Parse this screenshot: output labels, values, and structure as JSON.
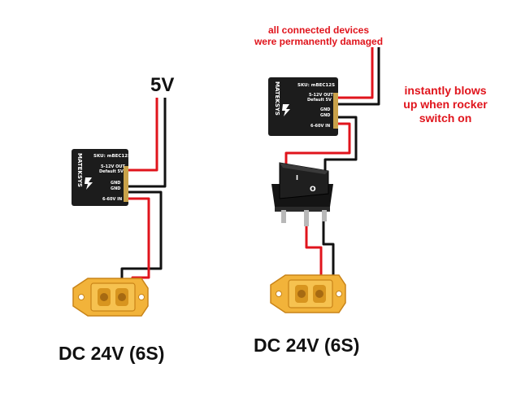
{
  "left_circuit": {
    "output_voltage": "5V",
    "power_source": "DC 24V (6S)",
    "board": {
      "brand": "MATEKSYS",
      "sku": "SKU: mBEC12S",
      "out_label": "5-12V OUT",
      "default_label": "Default 5V",
      "gnd1": "GND",
      "gnd2": "GND",
      "in_label": "6-60V IN"
    }
  },
  "right_circuit": {
    "power_source": "DC 24V (6S)",
    "damage_note_line1": "all connected devices",
    "damage_note_line2": "were permanently damaged",
    "switch_note_line1": "instantly blows",
    "switch_note_line2": "up when rocker",
    "switch_note_line3": "switch on",
    "switch_marks": {
      "on": "I",
      "off": "O"
    },
    "board": {
      "brand": "MATEKSYS",
      "sku": "SKU: mBEC12S",
      "out_label": "5-12V OUT",
      "default_label": "Default 5V",
      "gnd1": "GND",
      "gnd2": "GND",
      "in_label": "6-60V IN"
    }
  },
  "colors": {
    "wire_red": "#e0141c",
    "wire_black": "#111111",
    "pcb": "#1c1c1c",
    "connector": "#f2b33a",
    "connector_shade": "#d8951f",
    "switch_body": "#141414",
    "note_red": "#e0141c"
  }
}
